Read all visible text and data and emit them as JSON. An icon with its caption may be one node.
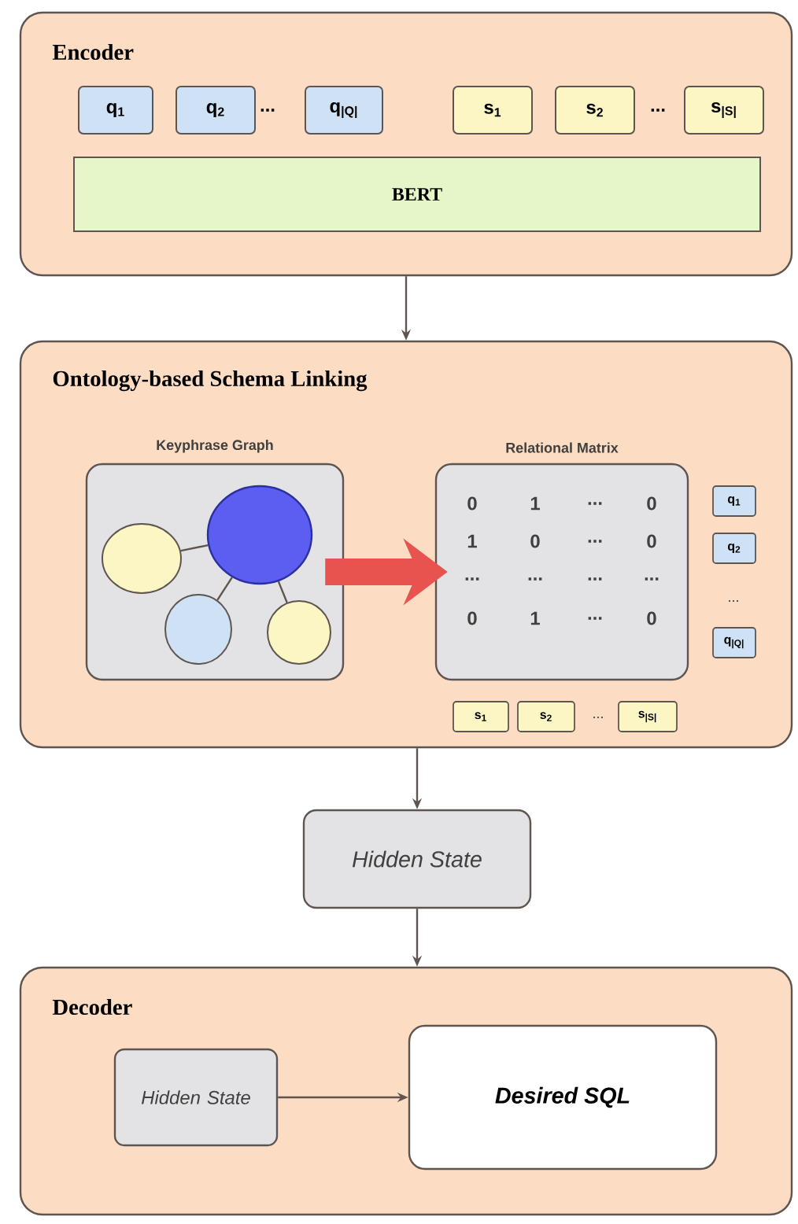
{
  "diagram": {
    "nodes": [
      {
        "text": [
          "Encoder"
        ]
      },
      {
        "text": [
          "q$_{1}$"
        ],
        "in": 0
      },
      {
        "text": [
          "q$_{2}$"
        ],
        "in": 0
      },
      {
        "text": [
          "q$_{|Q|}$"
        ],
        "in": 0
      },
      {
        "text": [
          "s$_{1}$"
        ],
        "in": 0
      },
      {
        "text": [
          "s$_{2}$"
        ],
        "in": 0
      },
      {
        "text": [
          "s$_{|S|}$"
        ],
        "in": 0
      },
      {
        "text": [
          "BERT"
        ],
        "in": 0
      },
      {
        "text": [
          "Ontology-based Schema Linking"
        ]
      },
      {
        "text": [
          "Keyphrase Graph"
        ],
        "in": 8
      },
      {
        "text": [],
        "shape": "circle",
        "in": 9
      },
      {
        "text": [],
        "shape": "circle",
        "in": 9
      },
      {
        "text": [],
        "shape": "circle",
        "in": 9
      },
      {
        "text": [],
        "shape": "circle",
        "in": 9
      },
      {
        "text": [
          "Relational Matrix"
        ],
        "in": 8
      },
      {
        "text": [
          "q$_{1}$"
        ],
        "in": 8
      },
      {
        "text": [
          "q$_{2}$"
        ],
        "in": 8
      },
      {
        "text": [
          "q$_{|Q|}$"
        ],
        "in": 8
      },
      {
        "text": [
          "s$_{1}$"
        ],
        "in": 8
      },
      {
        "text": [
          "s$_{2}$"
        ],
        "in": 8
      },
      {
        "text": [
          "s$_{|S|}$"
        ],
        "in": 8
      },
      {
        "text": [
          "Hidden State"
        ]
      },
      {
        "text": [
          "Decoder"
        ]
      },
      {
        "text": [
          "Hidden State"
        ],
        "in": 22
      },
      {
        "text": [
          "Desired SQL"
        ],
        "in": 22
      }
    ],
    "edges": [
      {
        "from": 0,
        "to": 8,
        "arrow": "to"
      },
      {
        "from": 8,
        "to": 21,
        "arrow": "to"
      },
      {
        "from": 21,
        "to": 22,
        "arrow": "to"
      },
      {
        "from": 11,
        "to": 10,
        "arrow": "none"
      },
      {
        "from": 11,
        "to": 12,
        "arrow": "none"
      },
      {
        "from": 11,
        "to": 13,
        "arrow": "none"
      },
      {
        "from": 9,
        "to": 14,
        "arrow": "to",
        "style": "thick",
        "color": "#e8524f"
      },
      {
        "from": 23,
        "to": 24,
        "arrow": "to"
      }
    ],
    "labels": [
      "...",
      "...",
      "0",
      "1",
      "...",
      "0",
      "1",
      "0",
      "...",
      "0",
      "...",
      "...",
      "...",
      "...",
      "0",
      "1",
      "...",
      "0",
      "...",
      "..."
    ]
  }
}
